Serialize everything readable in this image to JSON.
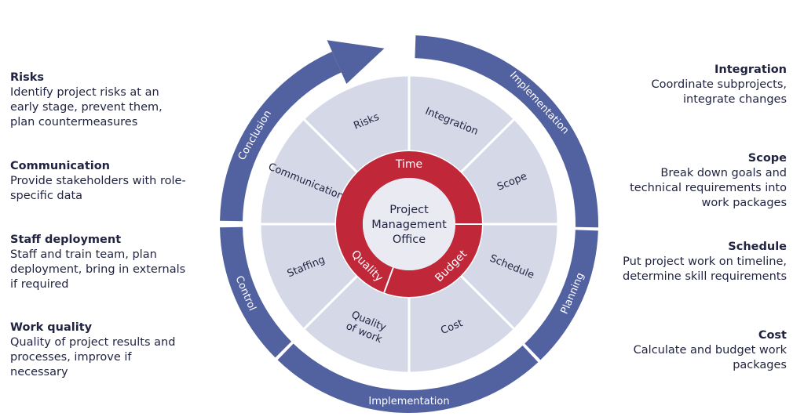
{
  "colors": {
    "ring": "#5261a0",
    "segment": "#d5d8e7",
    "segment_border": "#ffffff",
    "core": "#c0283a",
    "center": "#e9eaf2",
    "text": "#1f2340"
  },
  "left_items": [
    {
      "title": "Risks",
      "desc": "Identify project risks at an early stage, prevent them, plan countermeasures"
    },
    {
      "title": "Communication",
      "desc": "Provide stakeholders with role-specific data"
    },
    {
      "title": "Staff deployment",
      "desc": "Staff and train team, plan deployment, bring in externals if required"
    },
    {
      "title": "Work quality",
      "desc": "Quality of project results and processes, improve if necessary"
    }
  ],
  "right_items": [
    {
      "title": "Integration",
      "desc": "Coordinate subprojects, integrate changes"
    },
    {
      "title": "Scope",
      "desc": "Break down goals and technical requirements into work packages"
    },
    {
      "title": "Schedule",
      "desc": "Put project work on timeline, determine skill requirements"
    },
    {
      "title": "Cost",
      "desc": "Calculate and budget work packages"
    }
  ],
  "segments": [
    "Integration",
    "Scope",
    "Schedule",
    "Cost",
    "Quality of work",
    "Staffing",
    "Communication",
    "Risks"
  ],
  "outer_ring": [
    "Implementation",
    "Planning",
    "Implementation",
    "Control",
    "Conclusion"
  ],
  "core_labels": [
    "Time",
    "Budget",
    "Quality"
  ],
  "center_text": [
    "Project",
    "Management",
    "Office"
  ]
}
